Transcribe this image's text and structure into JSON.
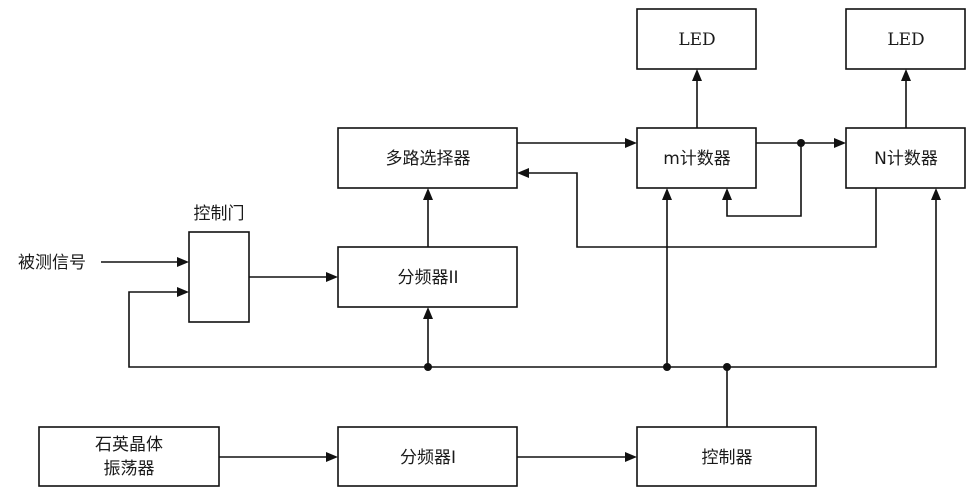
{
  "diagram": {
    "type": "block-diagram",
    "colors": {
      "line": "#111111",
      "background": "#ffffff",
      "text": "#1a1a1a"
    },
    "blocks": {
      "led_1": {
        "label": "LED"
      },
      "led_2": {
        "label": "LED"
      },
      "multiplexer": {
        "label": "多路选择器"
      },
      "m_counter": {
        "label": "m计数器"
      },
      "n_counter": {
        "label": "N计数器"
      },
      "control_gate": {
        "label": ""
      },
      "divider_2": {
        "label": "分频器II"
      },
      "crystal_osc": {
        "label_line1": "石英晶体",
        "label_line2": "振荡器"
      },
      "divider_1": {
        "label": "分频器I"
      },
      "controller": {
        "label": "控制器"
      }
    },
    "labels": {
      "control_gate_title": "控制门",
      "input_signal": "被测信号"
    },
    "connections": [
      {
        "from": "input_signal",
        "to": "control_gate"
      },
      {
        "from": "control_gate",
        "to": "divider_2"
      },
      {
        "from": "divider_2",
        "to": "multiplexer"
      },
      {
        "from": "multiplexer",
        "to": "m_counter"
      },
      {
        "from": "m_counter",
        "to": "led_1"
      },
      {
        "from": "m_counter",
        "to": "n_counter"
      },
      {
        "from": "m_counter",
        "to": "m_counter",
        "note": "feedback"
      },
      {
        "from": "n_counter",
        "to": "led_2"
      },
      {
        "from": "n_counter",
        "to": "multiplexer"
      },
      {
        "from": "crystal_osc",
        "to": "divider_1"
      },
      {
        "from": "divider_1",
        "to": "controller"
      },
      {
        "from": "controller",
        "to": [
          "control_gate",
          "divider_2",
          "m_counter",
          "n_counter"
        ],
        "note": "control bus"
      }
    ]
  }
}
